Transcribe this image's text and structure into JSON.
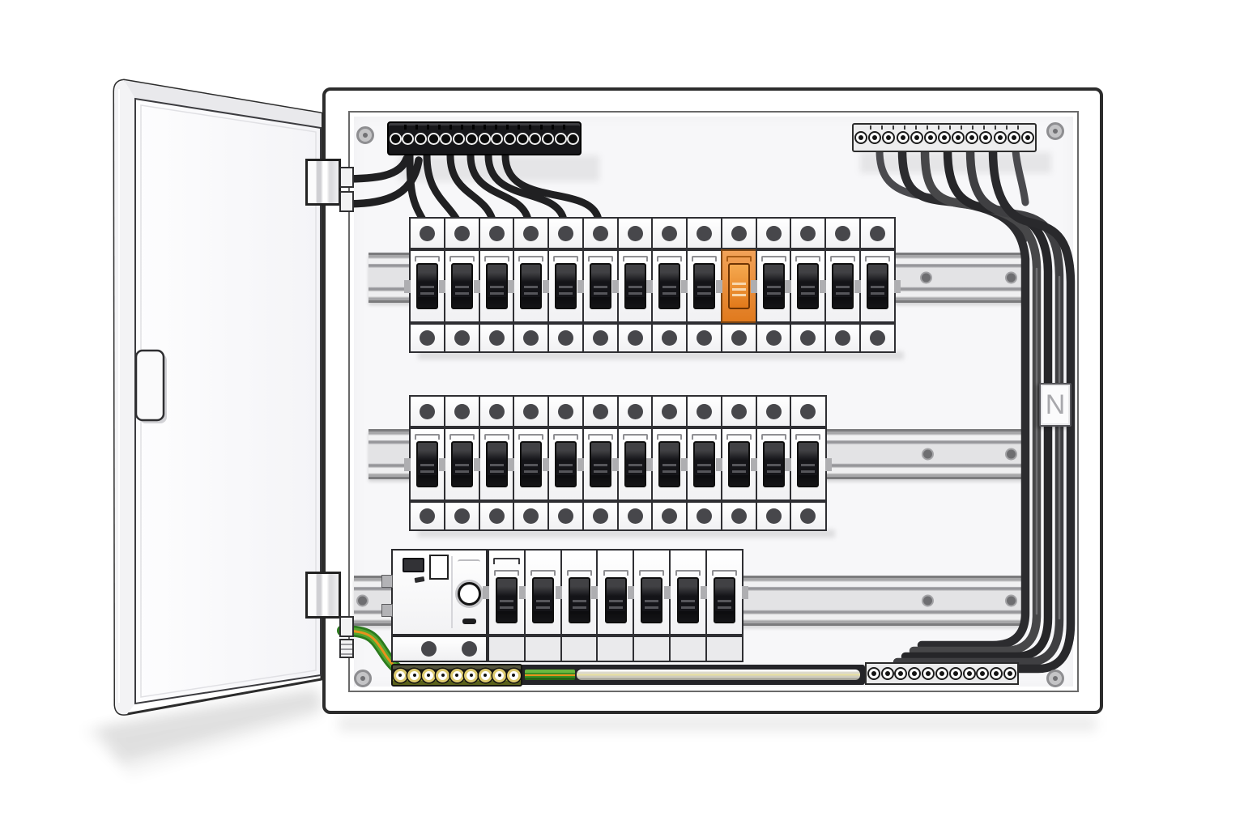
{
  "labels": {
    "neutral_tag": "N"
  },
  "colors": {
    "accent_orange": "#e07a1e",
    "accent_orange_light": "#f2a258",
    "breaker_toggle_black": "#1a1a1d",
    "wire_black": "#202022",
    "wire_gray": "#3d3d40",
    "earth_green": "#3f8f26",
    "earth_stripe_orange": "#e8921c",
    "earth_terminal_brass": "#dcc96e",
    "panel_background": "#f7f7f9",
    "outline": "#2c2c2c"
  },
  "terminal_blocks": {
    "top_left": {
      "style": "black",
      "terminals": 15
    },
    "top_right": {
      "style": "light-gray",
      "terminals": 13
    },
    "earth_bottom_left": {
      "style": "brass",
      "terminals": 9
    },
    "bottom_right": {
      "style": "light-gray",
      "terminals": 11
    }
  },
  "breaker_rows": [
    {
      "id": "row-1",
      "modules": 14,
      "highlighted_module": 10
    },
    {
      "id": "row-2",
      "modules": 12
    },
    {
      "id": "row-3",
      "modules": 7,
      "has_rcd_main_switch": true
    }
  ],
  "rcd": {
    "test_button": true,
    "bottom_terminals": 2
  },
  "din_rails": {
    "count": 3,
    "screws_per_rail": [
      2,
      2,
      3
    ]
  },
  "enclosure": {
    "door_open": true,
    "hinges": 2,
    "corner_screws": 4,
    "cable_glands": 4
  }
}
